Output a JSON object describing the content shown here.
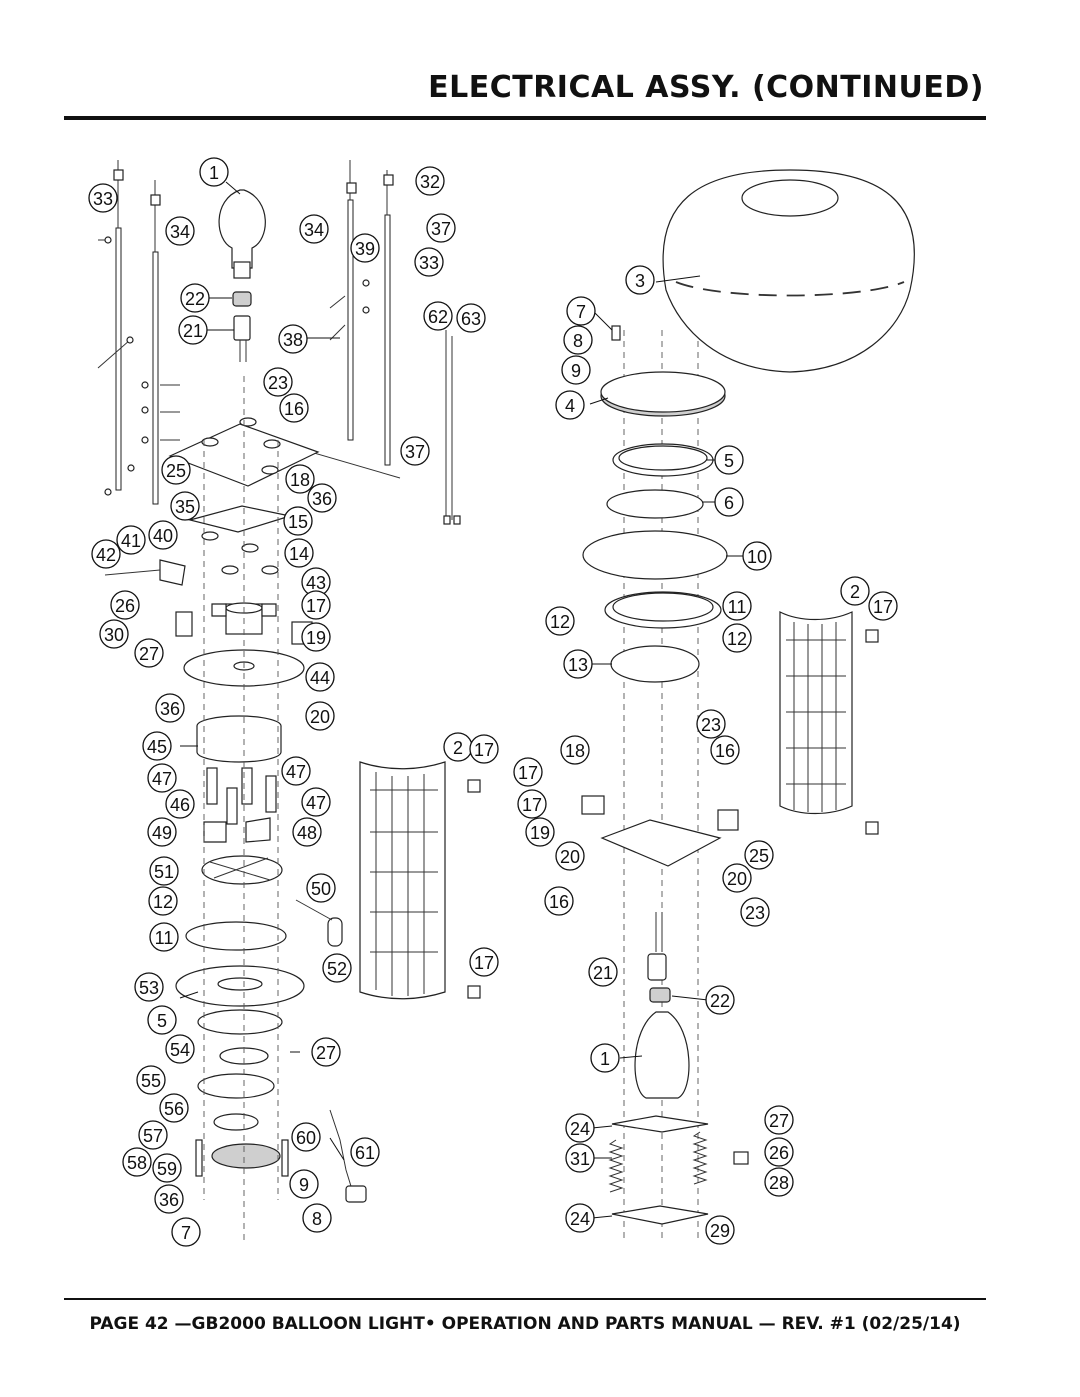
{
  "header": {
    "title": "ELECTRICAL ASSY. (CONTINUED)"
  },
  "footer": {
    "text": "PAGE 42 —GB2000 BALLOON LIGHT• OPERATION AND PARTS MANUAL — REV. #1 (02/25/14)"
  },
  "diagram": {
    "callouts": [
      {
        "label": "1"
      },
      {
        "label": "32"
      },
      {
        "label": "33"
      },
      {
        "label": "34"
      },
      {
        "label": "34"
      },
      {
        "label": "37"
      },
      {
        "label": "39"
      },
      {
        "label": "33"
      },
      {
        "label": "22"
      },
      {
        "label": "21"
      },
      {
        "label": "38"
      },
      {
        "label": "62"
      },
      {
        "label": "63"
      },
      {
        "label": "23"
      },
      {
        "label": "16"
      },
      {
        "label": "37"
      },
      {
        "label": "25"
      },
      {
        "label": "18"
      },
      {
        "label": "35"
      },
      {
        "label": "36"
      },
      {
        "label": "15"
      },
      {
        "label": "41"
      },
      {
        "label": "40"
      },
      {
        "label": "42"
      },
      {
        "label": "14"
      },
      {
        "label": "43"
      },
      {
        "label": "26"
      },
      {
        "label": "17"
      },
      {
        "label": "30"
      },
      {
        "label": "27"
      },
      {
        "label": "19"
      },
      {
        "label": "44"
      },
      {
        "label": "36"
      },
      {
        "label": "20"
      },
      {
        "label": "45"
      },
      {
        "label": "47"
      },
      {
        "label": "47"
      },
      {
        "label": "46"
      },
      {
        "label": "47"
      },
      {
        "label": "49"
      },
      {
        "label": "48"
      },
      {
        "label": "51"
      },
      {
        "label": "50"
      },
      {
        "label": "12"
      },
      {
        "label": "11"
      },
      {
        "label": "52"
      },
      {
        "label": "53"
      },
      {
        "label": "5"
      },
      {
        "label": "54"
      },
      {
        "label": "27"
      },
      {
        "label": "55"
      },
      {
        "label": "56"
      },
      {
        "label": "57"
      },
      {
        "label": "60"
      },
      {
        "label": "61"
      },
      {
        "label": "58"
      },
      {
        "label": "59"
      },
      {
        "label": "9"
      },
      {
        "label": "36"
      },
      {
        "label": "8"
      },
      {
        "label": "7"
      },
      {
        "label": "2"
      },
      {
        "label": "17"
      },
      {
        "label": "17"
      },
      {
        "label": "3"
      },
      {
        "label": "7"
      },
      {
        "label": "8"
      },
      {
        "label": "9"
      },
      {
        "label": "4"
      },
      {
        "label": "5"
      },
      {
        "label": "6"
      },
      {
        "label": "10"
      },
      {
        "label": "2"
      },
      {
        "label": "17"
      },
      {
        "label": "12"
      },
      {
        "label": "11"
      },
      {
        "label": "12"
      },
      {
        "label": "13"
      },
      {
        "label": "17"
      },
      {
        "label": "23"
      },
      {
        "label": "18"
      },
      {
        "label": "16"
      },
      {
        "label": "17"
      },
      {
        "label": "19"
      },
      {
        "label": "20"
      },
      {
        "label": "25"
      },
      {
        "label": "20"
      },
      {
        "label": "16"
      },
      {
        "label": "23"
      },
      {
        "label": "21"
      },
      {
        "label": "22"
      },
      {
        "label": "1"
      },
      {
        "label": "27"
      },
      {
        "label": "24"
      },
      {
        "label": "26"
      },
      {
        "label": "31"
      },
      {
        "label": "28"
      },
      {
        "label": "24"
      },
      {
        "label": "29"
      }
    ]
  }
}
